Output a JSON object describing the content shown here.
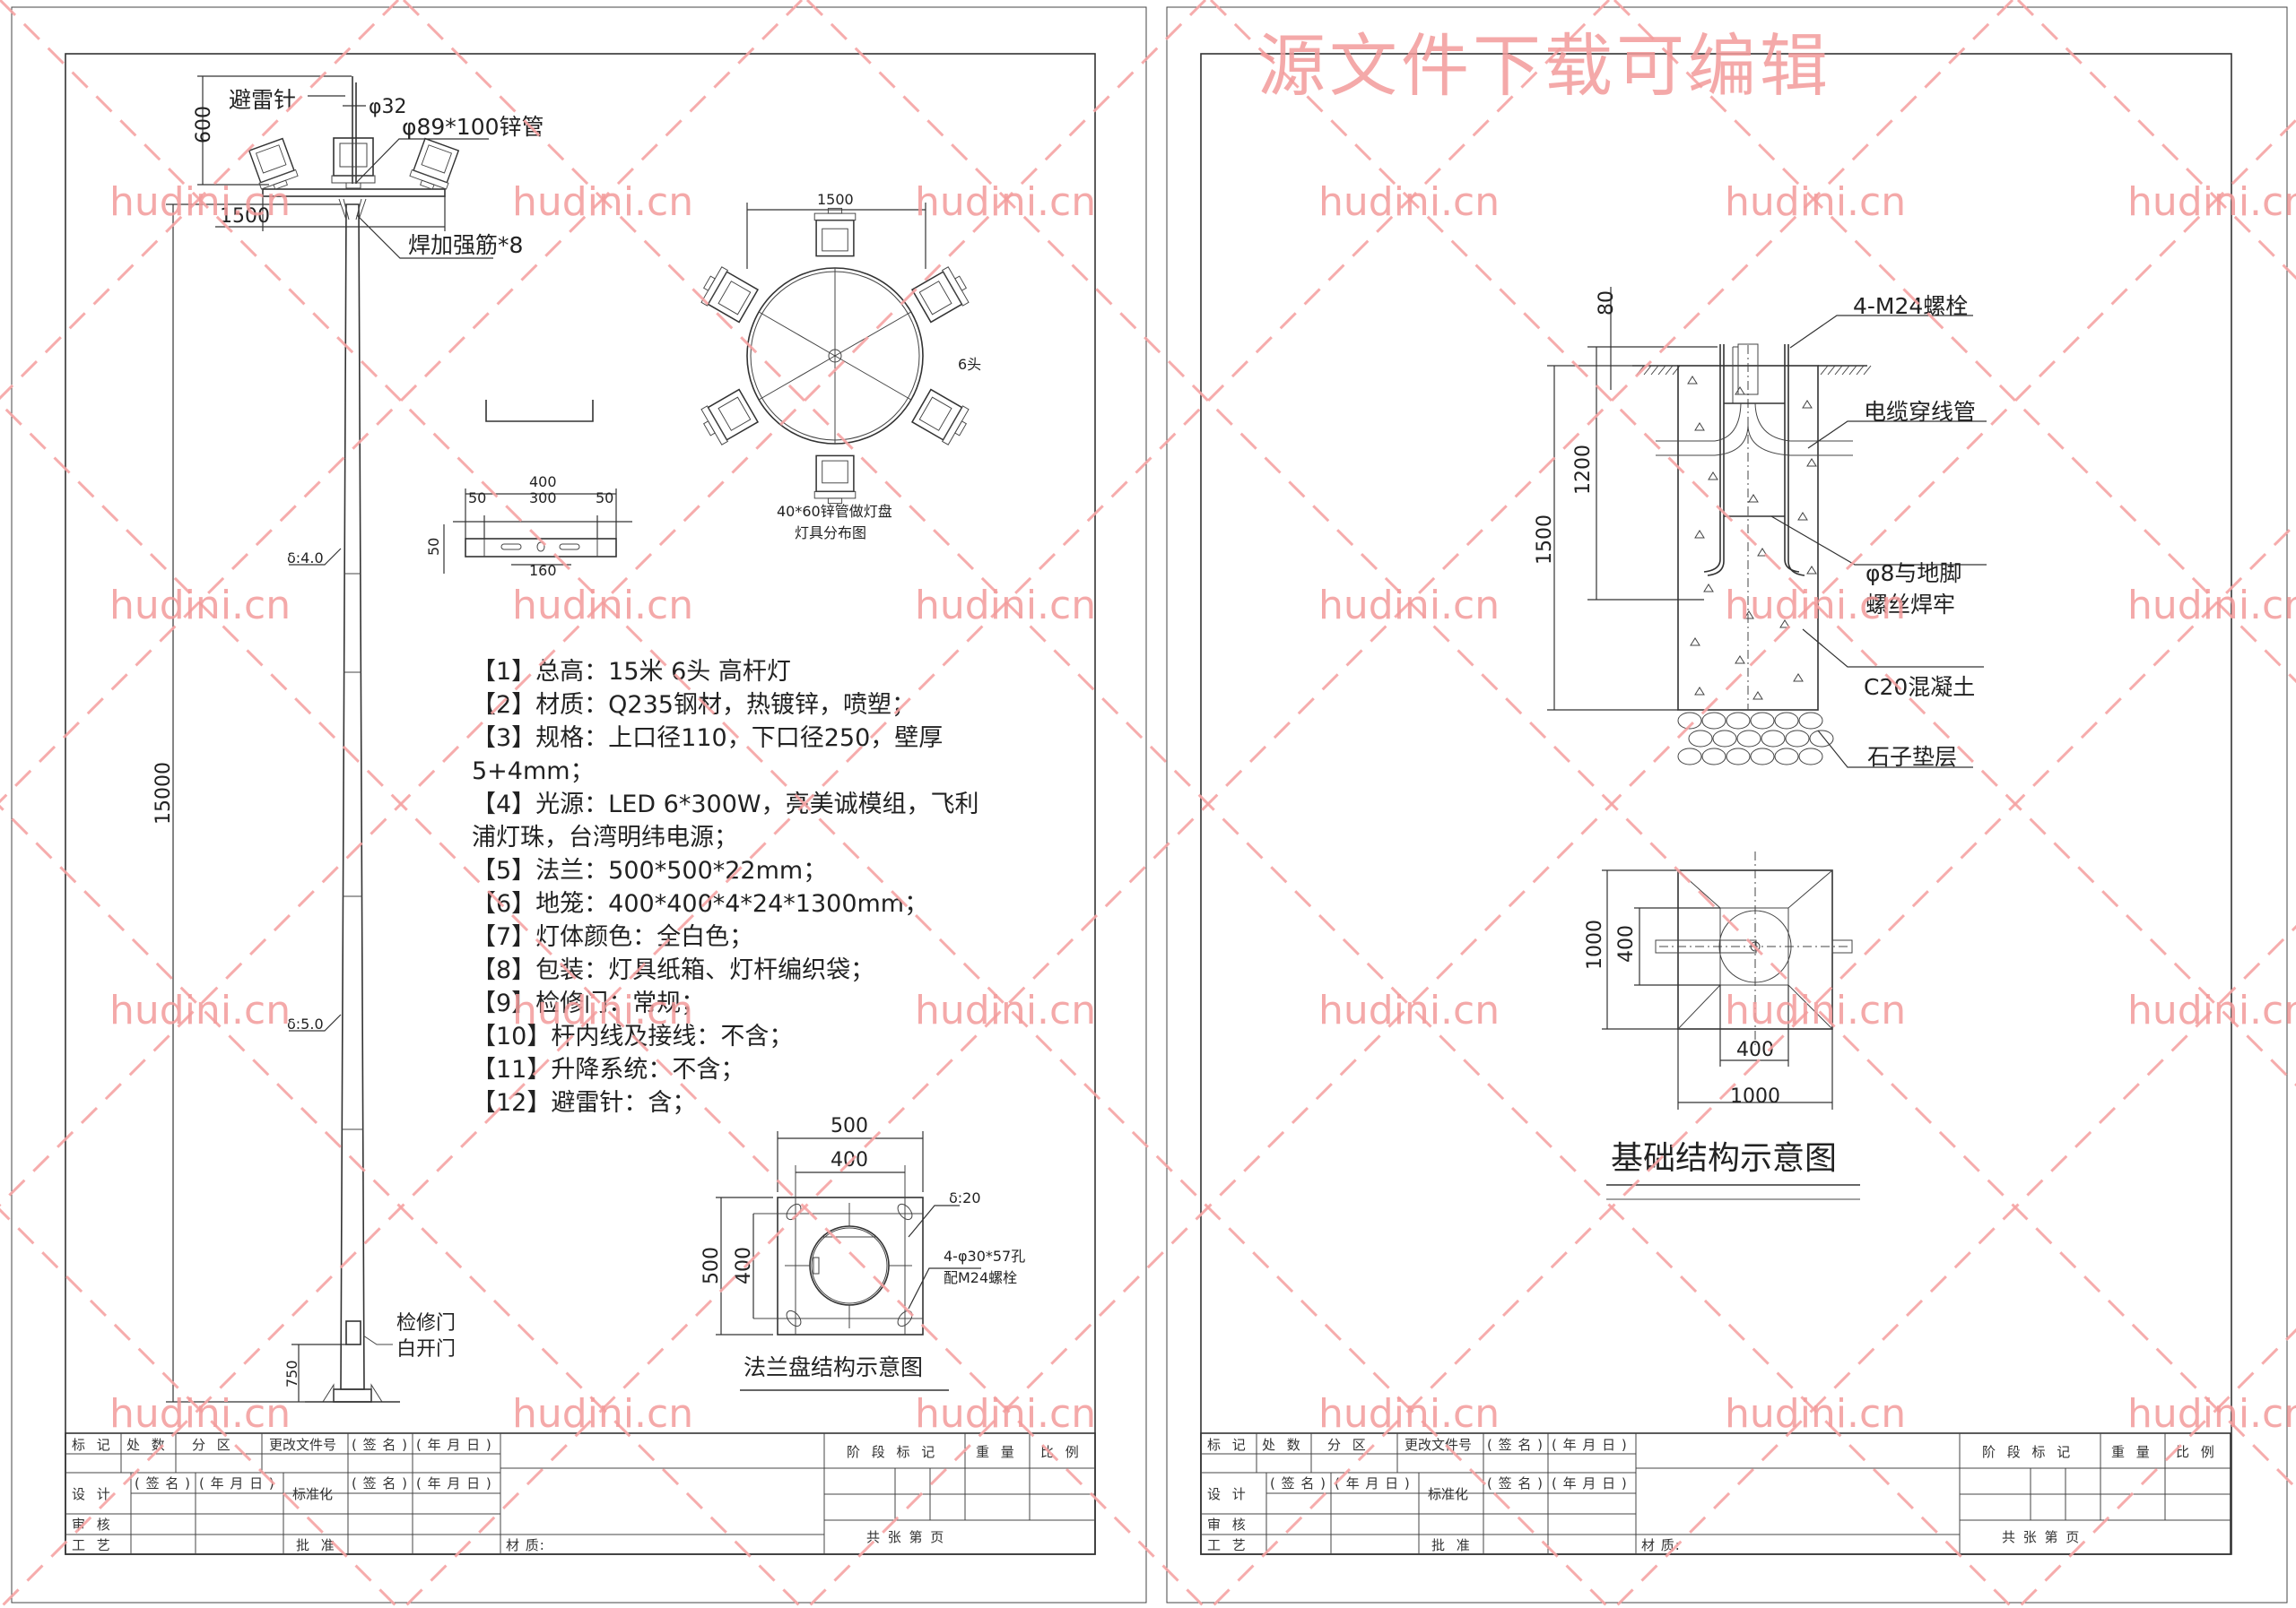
{
  "watermark": {
    "text": "hudini.cn",
    "banner": "源文件下载可编辑"
  },
  "pole": {
    "lightning_rod": "避雷针",
    "rod_dia": "φ32",
    "tube": "φ89*100锌管",
    "dim_600": "600",
    "dim_1500": "1500",
    "ribs": "焊加强筋*8",
    "dim_15000": "15000",
    "thick_upper": "δ:4.0",
    "thick_lower": "δ:5.0",
    "door_1": "检修门",
    "door_2": "白开门",
    "dim_750": "750"
  },
  "bracket": {
    "d400": "400",
    "d50a": "50",
    "d300": "300",
    "d50b": "50",
    "d50v": "50",
    "d160": "160"
  },
  "distribution": {
    "d1500": "1500",
    "heads": "6头",
    "caption_1": "40*60锌管做灯盘",
    "caption_2": "灯具分布图"
  },
  "specs": [
    "【1】总高：15米   6头  高杆灯",
    "【2】材质：Q235钢材，热镀锌，喷塑；",
    "【3】规格：上口径110，下口径250，壁厚",
    "5+4mm；",
    "【4】光源：LED 6*300W，亮美诚模组，飞利",
    "浦灯珠，台湾明纬电源；",
    "【5】法兰：500*500*22mm；",
    "【6】地笼：400*400*4*24*1300mm；",
    "【7】灯体颜色：全白色；",
    "【8】包装：灯具纸箱、灯杆编织袋；",
    "【9】检修门：常规；",
    "【10】杆内线及接线：不含；",
    "【11】升降系统：不含；",
    "【12】避雷针：含；"
  ],
  "flange": {
    "w500": "500",
    "w400": "400",
    "h500": "500",
    "h400": "400",
    "thickness": "δ:20",
    "holes_1": "4-φ30*57孔",
    "holes_2": "配M24螺栓",
    "title": "法兰盘结构示意图"
  },
  "foundation": {
    "d80": "80",
    "d1200": "1200",
    "d1500": "1500",
    "bolts": "4-M24螺栓",
    "conduit": "电缆穿线管",
    "weld_1": "φ8与地脚",
    "weld_2": "螺丝焊牢",
    "concrete": "C20混凝土",
    "gravel": "石子垫层"
  },
  "plan": {
    "h1000": "1000",
    "h400": "400",
    "w400": "400",
    "w1000": "1000",
    "title": "基础结构示意图"
  },
  "title_block": {
    "mark": "标 记",
    "count": "处 数",
    "zone": "分 区",
    "doc_no": "更改文件号",
    "sign": "( 签 名 )",
    "date": "( 年 月 日 )",
    "design": "设 计",
    "standard": "标准化",
    "review": "审 核",
    "process": "工 艺",
    "approve": "批 准",
    "material": "材 质:",
    "stage": "阶 段 标 记",
    "weight": "重 量",
    "scale": "比 例",
    "sheets": "共     张     第     页"
  }
}
